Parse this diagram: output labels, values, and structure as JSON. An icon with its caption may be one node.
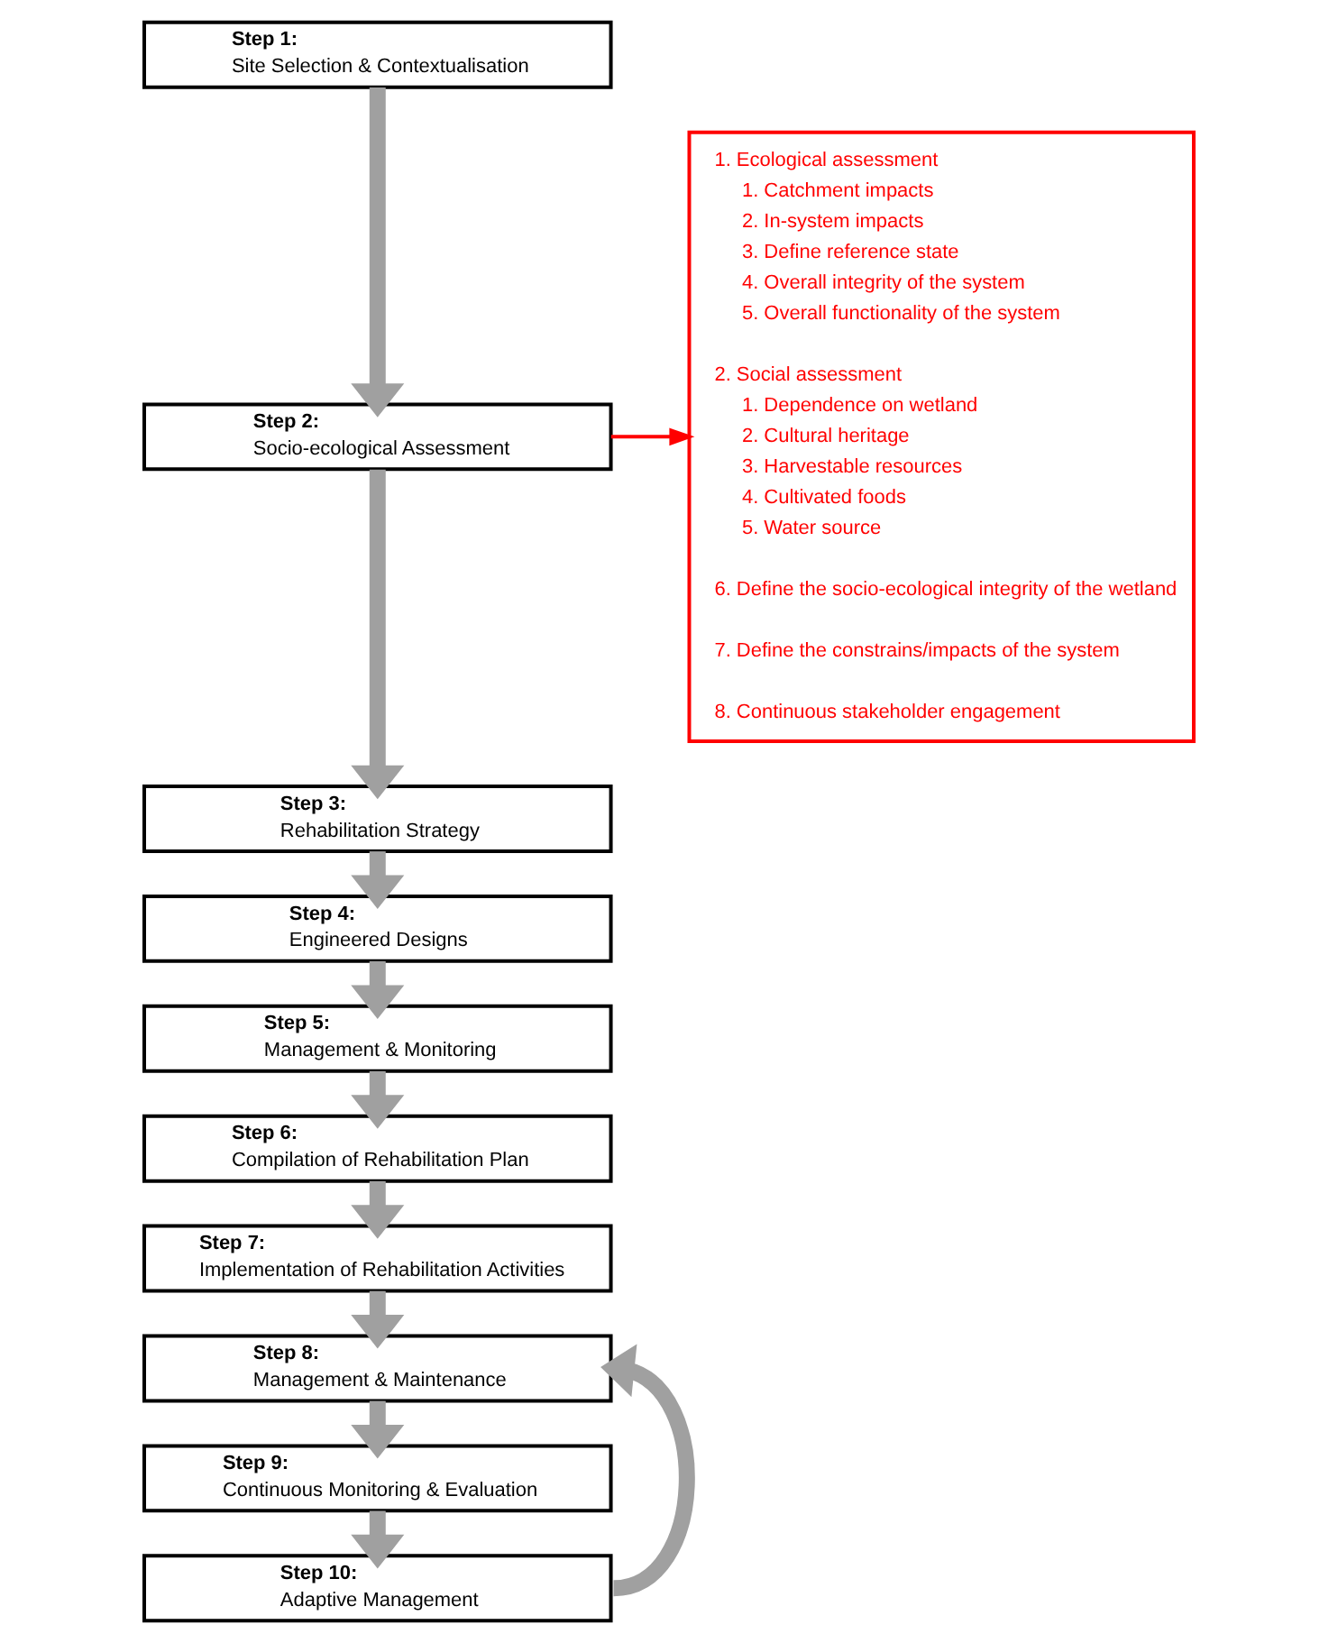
{
  "diagram": {
    "nodes": [
      {
        "text": [
          "Step 1:",
          "Site Selection & Contextualisation"
        ]
      },
      {
        "text": [
          "Step 2:",
          "Socio-ecological Assessment"
        ]
      },
      {
        "text": [
          "Step 3:",
          "Rehabilitation Strategy"
        ]
      },
      {
        "text": [
          "Step 4:",
          "Engineered Designs"
        ]
      },
      {
        "text": [
          "Step 5:",
          "Management & Monitoring"
        ]
      },
      {
        "text": [
          "Step 6:",
          "Compilation of Rehabilitation Plan"
        ]
      },
      {
        "text": [
          "Step 7:",
          "Implementation of Rehabilitation Activities"
        ]
      },
      {
        "text": [
          "Step 8:",
          "Management & Maintenance"
        ]
      },
      {
        "text": [
          "Step 9:",
          "Continuous Monitoring & Evaluation"
        ]
      },
      {
        "text": [
          "Step 10:",
          "Adaptive Management"
        ]
      },
      {
        "text": [
          "1. Ecological assessment",
          "1. Catchment impacts",
          "2. In-system impacts",
          "3. Define reference state",
          "4. Overall integrity of the system",
          "5. Overall functionality of the system",
          "2. Social assessment",
          "1. Dependence on wetland",
          "2. Cultural heritage",
          "3. Harvestable resources",
          "4. Cultivated foods",
          "5. Water source",
          "6. Define the socio-ecological integrity of the wetland",
          "7. Define the constrains/impacts of the system",
          "8. Continuous stakeholder engagement"
        ]
      }
    ],
    "edges": [
      {
        "from": 0,
        "to": 1,
        "arrow": "to"
      },
      {
        "from": 1,
        "to": 2,
        "arrow": "to"
      },
      {
        "from": 2,
        "to": 3,
        "arrow": "to"
      },
      {
        "from": 3,
        "to": 4,
        "arrow": "to"
      },
      {
        "from": 4,
        "to": 5,
        "arrow": "to"
      },
      {
        "from": 5,
        "to": 6,
        "arrow": "to"
      },
      {
        "from": 6,
        "to": 7,
        "arrow": "to"
      },
      {
        "from": 7,
        "to": 8,
        "arrow": "to"
      },
      {
        "from": 8,
        "to": 9,
        "arrow": "to"
      },
      {
        "from": 9,
        "to": 7,
        "arrow": "to"
      },
      {
        "from": 1,
        "to": 10,
        "arrow": "to",
        "color": "#ff0000"
      }
    ]
  }
}
